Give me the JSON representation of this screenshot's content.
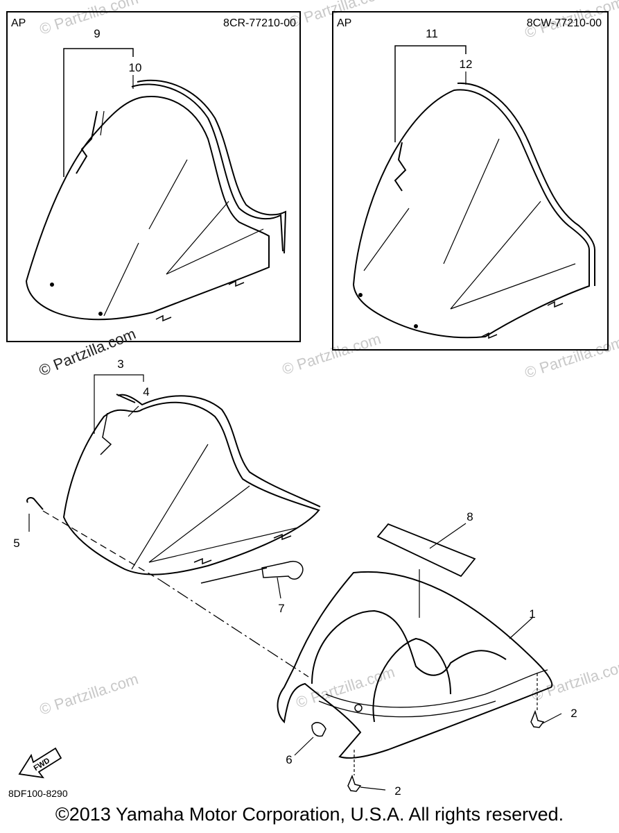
{
  "panels": [
    {
      "market": "AP",
      "part_number": "8CR-77210-00",
      "callouts": [
        "9",
        "10"
      ]
    },
    {
      "market": "AP",
      "part_number": "8CW-77210-00",
      "callouts": [
        "11",
        "12"
      ]
    }
  ],
  "main_callouts": [
    "1",
    "2",
    "2",
    "3",
    "4",
    "5",
    "6",
    "7",
    "8"
  ],
  "watermark": "© Partzilla.com",
  "diagram_code": "8DF100-8290",
  "fwd_label": "FWD",
  "copyright": "©2013  Yamaha Motor Corporation, U.S.A. All rights reserved."
}
